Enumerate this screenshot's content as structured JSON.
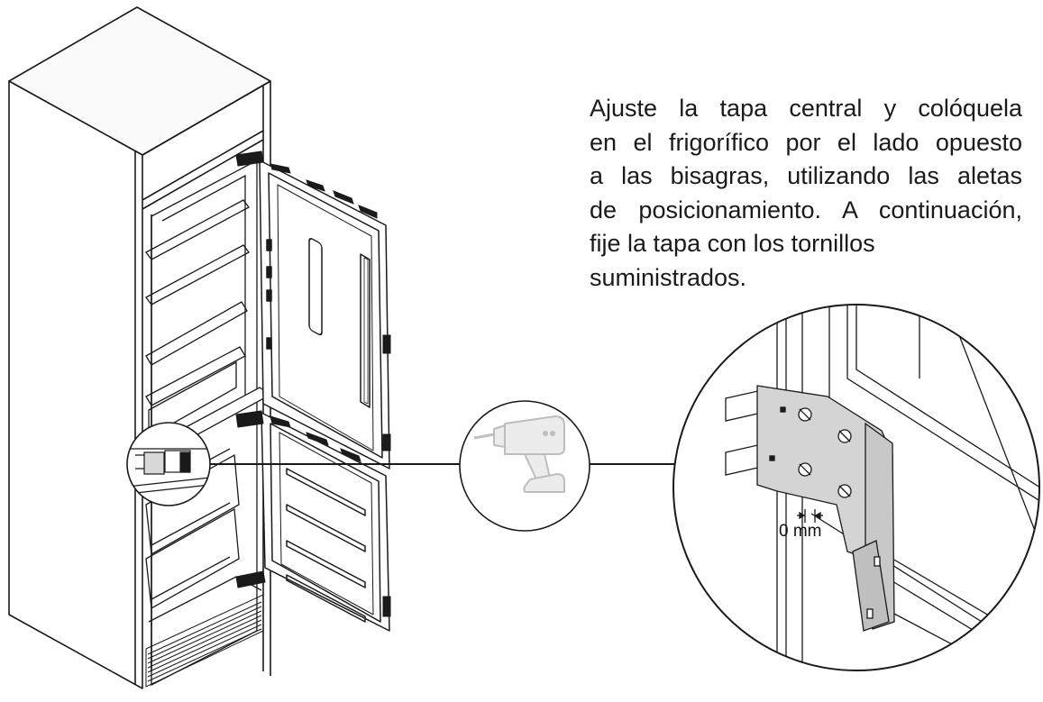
{
  "instruction": {
    "lines": [
      "Ajuste la tapa central y colóquela",
      "en el frigorífico por el lado opuesto",
      "a las bisagras, utilizando las aletas",
      "de posicionamiento. A continuación,",
      "fije la tapa con los tornillos",
      "suministrados."
    ]
  },
  "detail": {
    "gap_label": "0 mm"
  },
  "icons": [
    "cordless-drill-icon"
  ],
  "colors": {
    "line": "#1a1a1a",
    "bracket_fill": "#cfcfcf",
    "drill_fill": "#dcdcdc"
  }
}
